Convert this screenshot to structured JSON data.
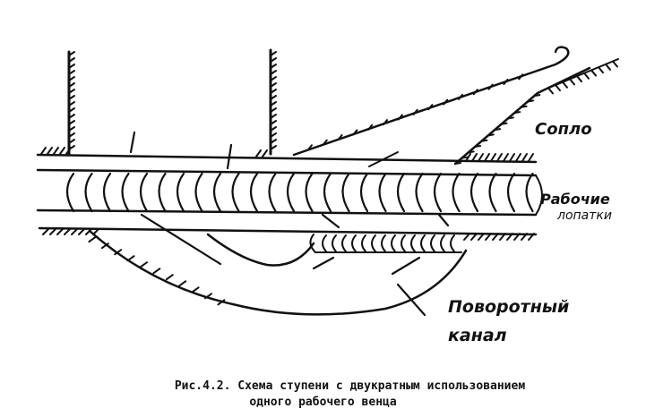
{
  "labels": {
    "nozzle": "Сопло",
    "blades_line1": "Рабочие",
    "blades_line2": "лопатки",
    "turn_channel_line1": "Поворотный",
    "turn_channel_line2": "канал"
  },
  "caption": {
    "line1": "Рис.4.2. Схема ступени с двукратным использованием",
    "line2": "одного рабочего венца"
  },
  "colors": {
    "ink": "#111111",
    "background": "#ffffff"
  }
}
